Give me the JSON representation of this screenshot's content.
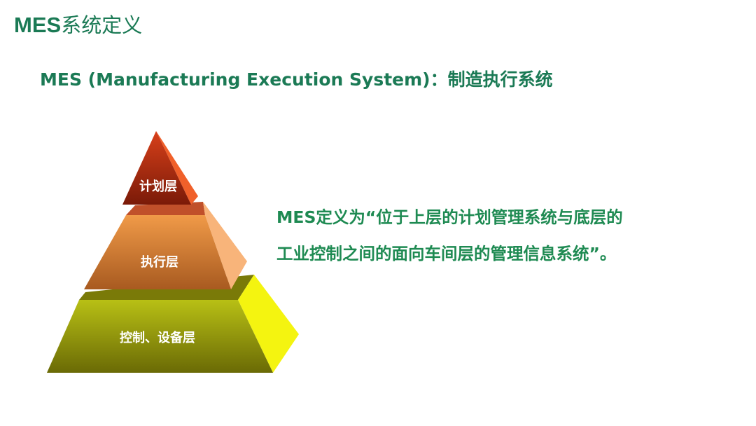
{
  "title": {
    "prefix": "MES",
    "rest": "系统定义"
  },
  "subtitle": "MES (Manufacturing Execution System)：制造执行系统",
  "definition": {
    "line1": "MES定义为“位于上层的计划管理系统与底层的",
    "line2": "工业控制之间的面向车间层的管理信息系统”。"
  },
  "pyramid": {
    "layers": [
      {
        "label": "计划层",
        "color": "#b8300e"
      },
      {
        "label": "执行层",
        "color": "#e0893a"
      },
      {
        "label": "控制、设备层",
        "color": "#a8b010"
      }
    ]
  }
}
